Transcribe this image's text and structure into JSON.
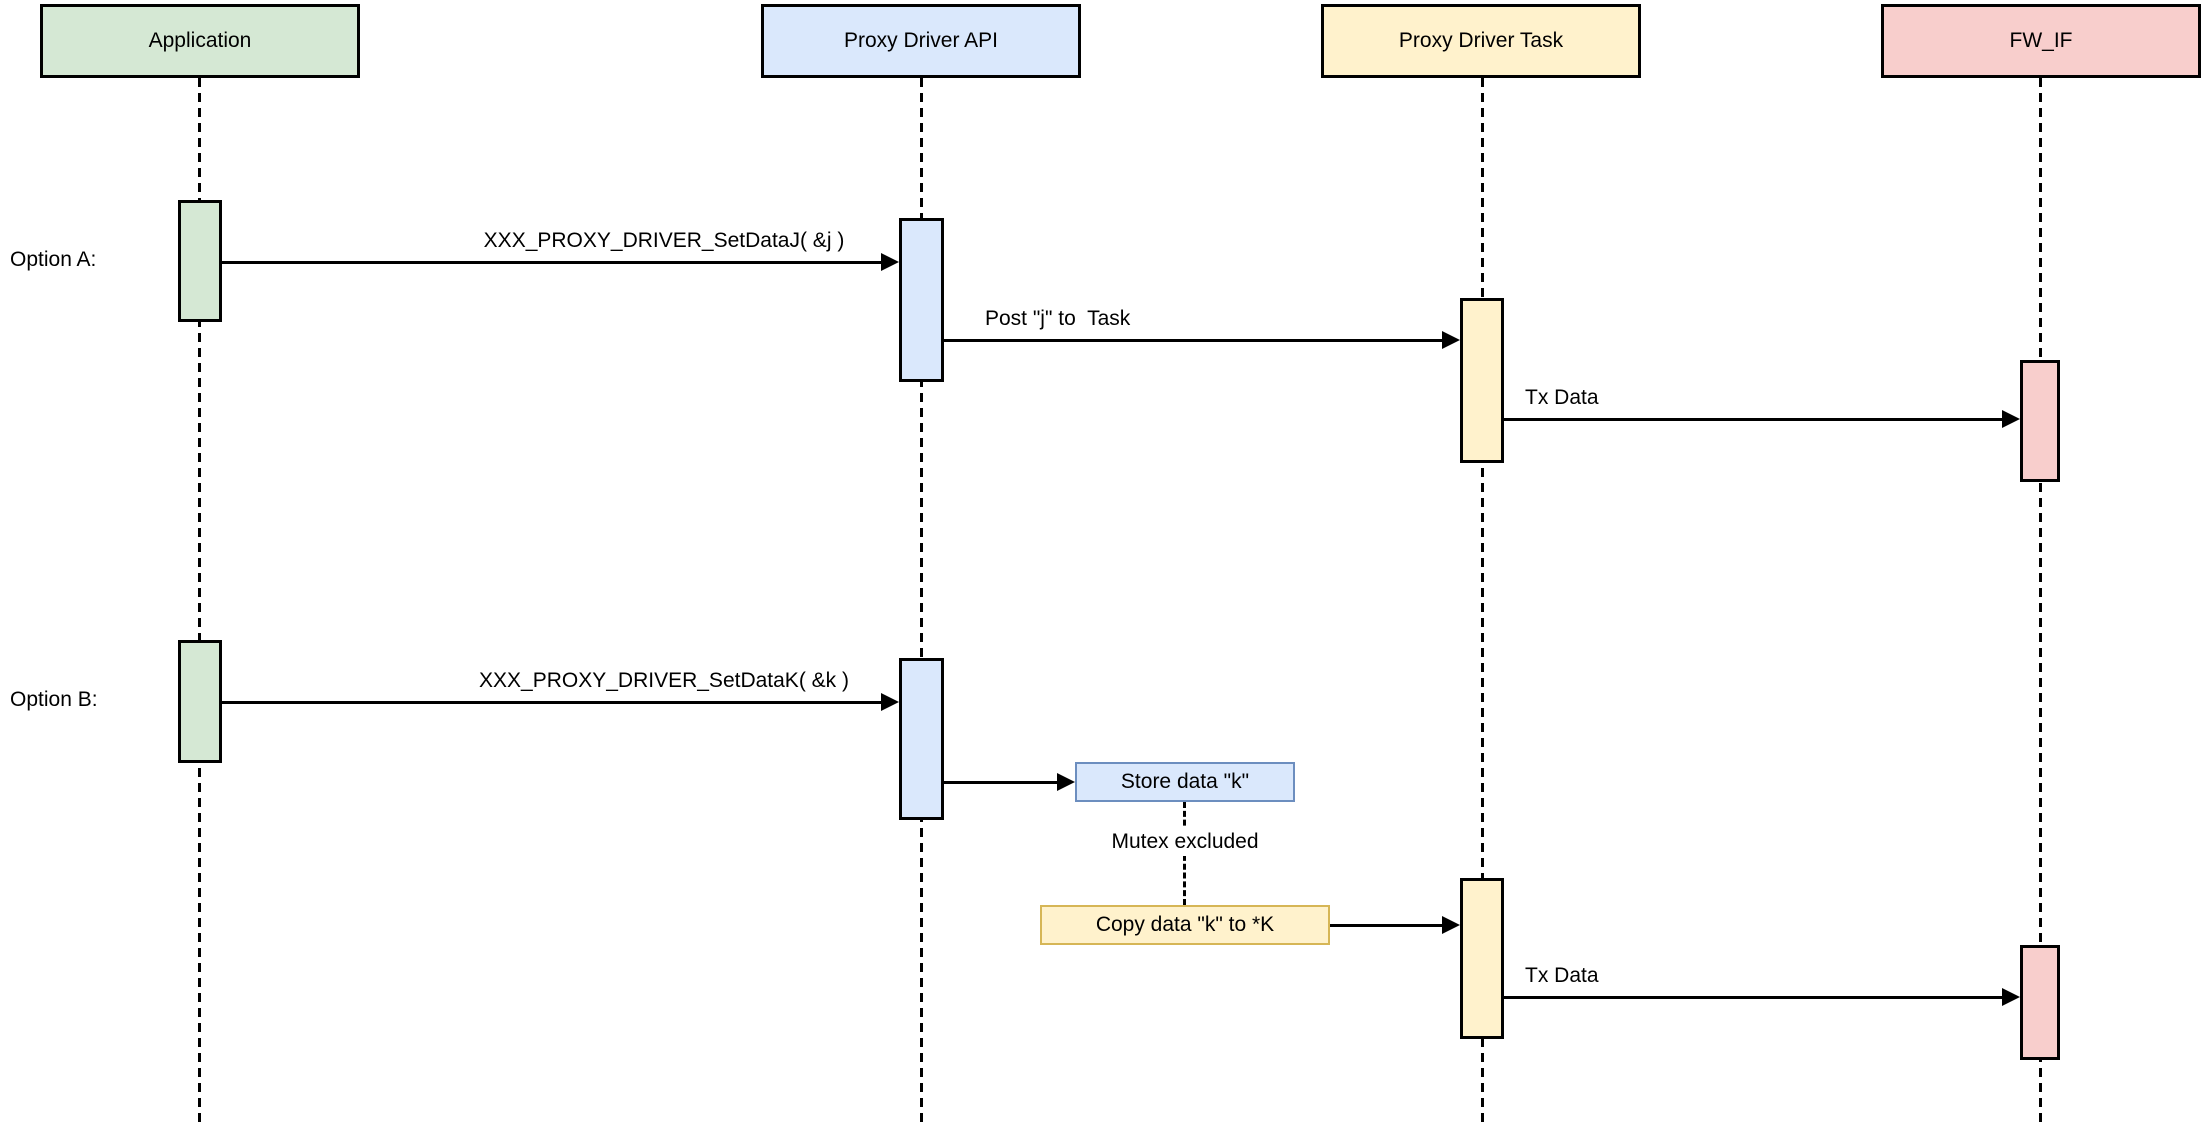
{
  "diagram": {
    "actors": [
      {
        "id": "application",
        "label": "Application",
        "fill": "#d5e8d4"
      },
      {
        "id": "proxy-driver-api",
        "label": "Proxy Driver API",
        "fill": "#dae8fc"
      },
      {
        "id": "proxy-driver-task",
        "label": "Proxy Driver Task",
        "fill": "#fff2cc"
      },
      {
        "id": "fw-if",
        "label": "FW_IF",
        "fill": "#f8cecc"
      }
    ],
    "options": [
      {
        "label": "Option A:"
      },
      {
        "label": "Option B:"
      }
    ],
    "messages": {
      "setdataj": "XXX_PROXY_DRIVER_SetDataJ( &j )",
      "post_j": "Post \"j\" to  Task",
      "txdata_a": "Tx Data",
      "setdatak": "XXX_PROXY_DRIVER_SetDataK( &k )",
      "txdata_b": "Tx Data"
    },
    "notes": {
      "store": "Store data \"k\"",
      "mutex": "Mutex excluded",
      "copy": "Copy data \"k\" to *K"
    },
    "colors": {
      "actor_green": "#d5e8d4",
      "actor_blue": "#dae8fc",
      "actor_yellow": "#fff2cc",
      "actor_pink": "#f8cecc",
      "note_blue_border": "#6c8ebf",
      "note_yellow_border": "#d6b656",
      "line": "#000000",
      "background": "#ffffff"
    }
  }
}
